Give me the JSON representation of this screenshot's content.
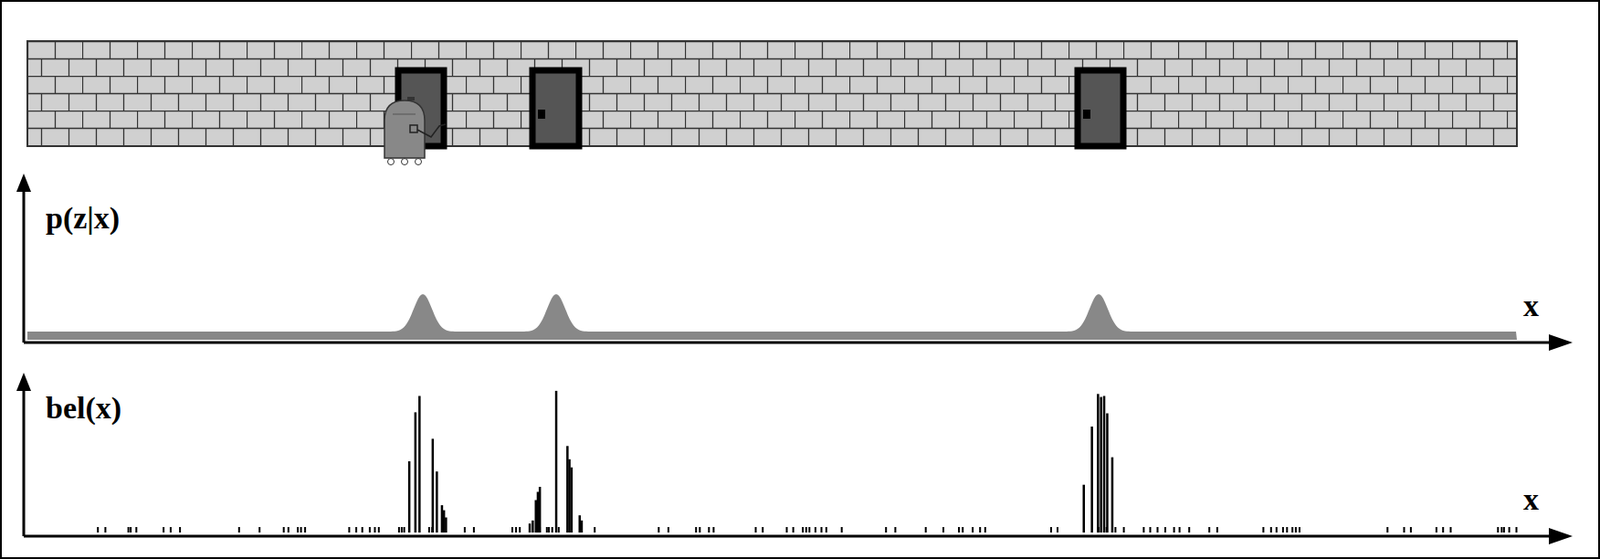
{
  "diagram": {
    "labels": [
      "p(z|x)",
      "x",
      "bel(x)",
      "x"
    ]
  }
}
